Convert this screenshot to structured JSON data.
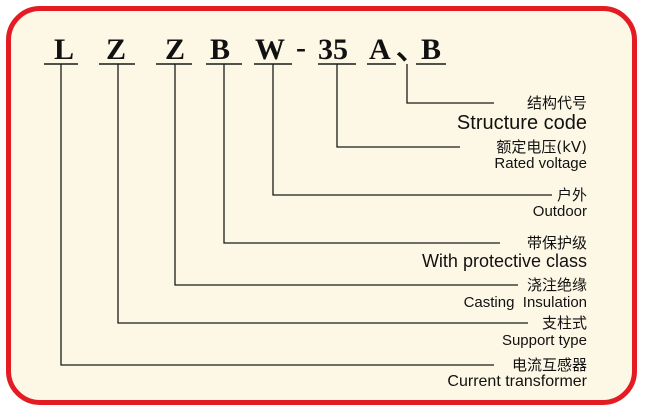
{
  "model_code": {
    "letters": [
      "L",
      "Z",
      "Z",
      "B",
      "W",
      "-",
      "35",
      "A",
      "、",
      "B"
    ]
  },
  "legend": [
    {
      "chinese": "结构代号",
      "english": "Structure code"
    },
    {
      "chinese": "额定电压(kV)",
      "english": "Rated voltage"
    },
    {
      "chinese": "户外",
      "english": "Outdoor"
    },
    {
      "chinese": "带保护级",
      "english": "With protective class"
    },
    {
      "chinese": "浇注绝缘",
      "english": "Casting  Insulation"
    },
    {
      "chinese": "支柱式",
      "english": "Support type"
    },
    {
      "chinese": "电流互感器",
      "english": "Current transformer"
    }
  ],
  "colors": {
    "border": "#e31b23",
    "background": "#fdf8e6",
    "ink": "#111111"
  }
}
